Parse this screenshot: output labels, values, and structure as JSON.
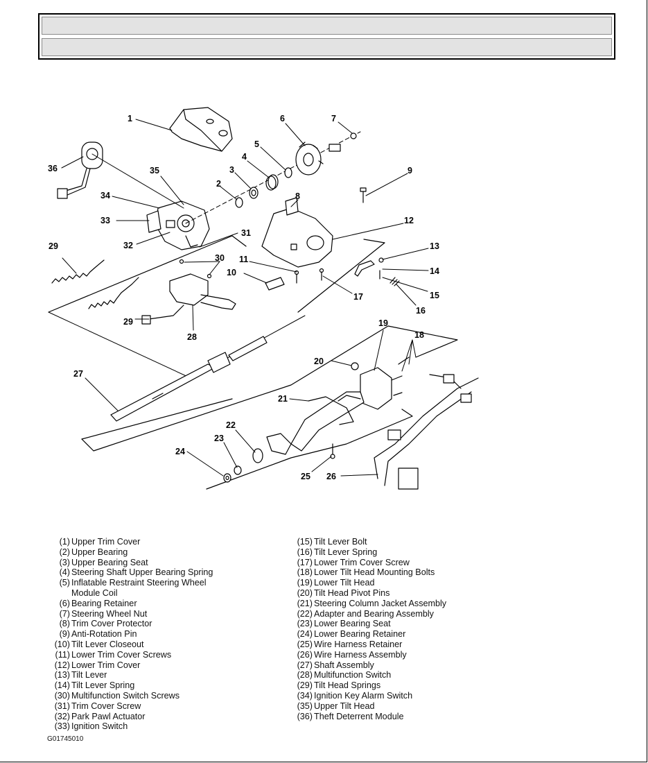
{
  "figure_id": "G01745010",
  "callouts": [
    "1",
    "2",
    "3",
    "4",
    "5",
    "6",
    "7",
    "8",
    "9",
    "10",
    "11",
    "12",
    "13",
    "14",
    "15",
    "16",
    "17",
    "18",
    "19",
    "20",
    "21",
    "22",
    "23",
    "24",
    "25",
    "26",
    "27",
    "28",
    "29",
    "29",
    "30",
    "31",
    "32",
    "33",
    "34",
    "35",
    "36"
  ],
  "legend_left": [
    {
      "num": "(1)",
      "label": "Upper Trim Cover"
    },
    {
      "num": "(2)",
      "label": "Upper Bearing"
    },
    {
      "num": "(3)",
      "label": "Upper Bearing Seat"
    },
    {
      "num": "(4)",
      "label": "Steering Shaft Upper Bearing Spring"
    },
    {
      "num": "(5)",
      "label": "Inflatable Restraint Steering Wheel\nModule Coil"
    },
    {
      "num": "(6)",
      "label": "Bearing Retainer"
    },
    {
      "num": "(7)",
      "label": "Steering Wheel Nut"
    },
    {
      "num": "(8)",
      "label": "Trim Cover Protector"
    },
    {
      "num": "(9)",
      "label": "Anti-Rotation Pin"
    },
    {
      "num": "(10)",
      "label": "Tilt Lever Closeout"
    },
    {
      "num": "(11)",
      "label": "Lower Trim Cover Screws"
    },
    {
      "num": "(12)",
      "label": "Lower Trim Cover"
    },
    {
      "num": "(13)",
      "label": "Tilt Lever"
    },
    {
      "num": "(14)",
      "label": "Tilt Lever Spring"
    },
    {
      "num": "(30)",
      "label": "Multifunction Switch Screws"
    },
    {
      "num": "(31)",
      "label": "Trim Cover Screw"
    },
    {
      "num": "(32)",
      "label": "Park Pawl Actuator"
    },
    {
      "num": "(33)",
      "label": "Ignition Switch"
    }
  ],
  "legend_right": [
    {
      "num": "(15)",
      "label": "Tilt Lever Bolt"
    },
    {
      "num": "(16)",
      "label": "Tilt Lever Spring"
    },
    {
      "num": "(17)",
      "label": "Lower Trim Cover Screw"
    },
    {
      "num": "(18)",
      "label": "Lower Tilt Head Mounting Bolts"
    },
    {
      "num": "(19)",
      "label": "Lower Tilt Head"
    },
    {
      "num": "(20)",
      "label": "Tilt Head Pivot Pins"
    },
    {
      "num": "(21)",
      "label": "Steering Column Jacket Assembly"
    },
    {
      "num": "(22)",
      "label": "Adapter and Bearing Assembly"
    },
    {
      "num": "(23)",
      "label": "Lower Bearing Seat"
    },
    {
      "num": "(24)",
      "label": "Lower Bearing Retainer"
    },
    {
      "num": "(25)",
      "label": "Wire Harness Retainer"
    },
    {
      "num": "(26)",
      "label": "Wire Harness Assembly"
    },
    {
      "num": "(27)",
      "label": "Shaft Assembly"
    },
    {
      "num": "(28)",
      "label": "Multifunction Switch"
    },
    {
      "num": "(29)",
      "label": "Tilt Head Springs"
    },
    {
      "num": "(34)",
      "label": "Ignition Key Alarm Switch"
    },
    {
      "num": "(35)",
      "label": "Upper Tilt Head"
    },
    {
      "num": "(36)",
      "label": "Theft Deterrent Module"
    }
  ]
}
